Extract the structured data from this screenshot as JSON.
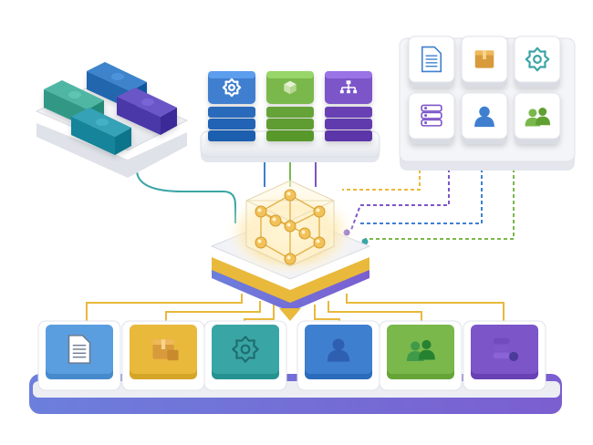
{
  "colors": {
    "blue": "#3f7fd0",
    "teal": "#3aa5a5",
    "green": "#7ab84c",
    "purple": "#7c55c9",
    "yellow": "#e9b93c",
    "orange": "#e6a640",
    "hub_glow": "#ffd77a",
    "platform": "#eef0f4",
    "base": "#6b5fd1"
  },
  "puzzle": {
    "pieces": [
      {
        "icon": "puzzle-piece",
        "color": "#4fb6a4"
      },
      {
        "icon": "puzzle-piece",
        "color": "#3e84cc"
      },
      {
        "icon": "puzzle-piece",
        "color": "#35a2b8"
      },
      {
        "icon": "puzzle-piece",
        "color": "#6a56c6"
      }
    ]
  },
  "databases": [
    {
      "icon": "gear-icon",
      "color": "#3f7fd0"
    },
    {
      "icon": "cube-icon",
      "color": "#7ab84c"
    },
    {
      "icon": "hierarchy-icon",
      "color": "#7c55c9"
    }
  ],
  "sources": [
    {
      "icon": "document-icon",
      "color": "#3f7fd0"
    },
    {
      "icon": "box-icon",
      "color": "#e6a640"
    },
    {
      "icon": "gear-icon",
      "color": "#3aa5a5"
    },
    {
      "icon": "server-icon",
      "color": "#7c55c9"
    },
    {
      "icon": "user-icon",
      "color": "#3f7fd0"
    },
    {
      "icon": "users-icon",
      "color": "#7ab84c"
    }
  ],
  "hub": {
    "icon": "network-cube-icon"
  },
  "outputs": [
    {
      "icon": "document-icon",
      "color": "#5a9ee0"
    },
    {
      "icon": "boxes-icon",
      "color": "#e9b93c"
    },
    {
      "icon": "gear-icon",
      "color": "#3aa5a5"
    },
    {
      "icon": "user-icon",
      "color": "#3f7fd0"
    },
    {
      "icon": "users-icon",
      "color": "#7ab84c"
    },
    {
      "icon": "database-icon",
      "color": "#7c55c9"
    }
  ]
}
